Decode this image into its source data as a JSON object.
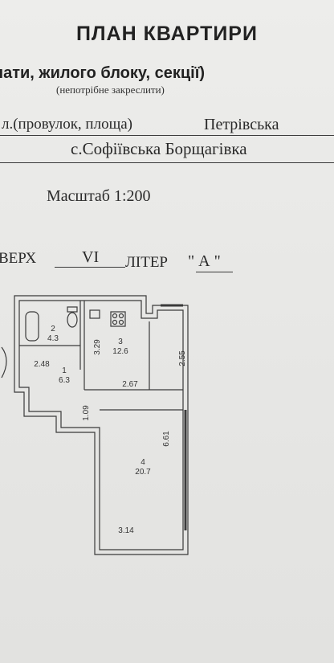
{
  "header": {
    "title": "ПЛАН КВАРТИРИ",
    "subtitle": "нати, жилого блоку, секції)",
    "note": "(непотрібне закреслити)"
  },
  "address": {
    "street_label": "л.(провулок, площа)",
    "street_value": "Петрівська",
    "village": "с.Софіївська Борщагівка"
  },
  "scale": "Масштаб 1:200",
  "floor": {
    "label": "ВЕРХ",
    "value": "VI",
    "liter_label": "ЛІТЕР",
    "liter_value": "\" А \""
  },
  "plan": {
    "rooms": [
      {
        "number": "2",
        "area": "4.3"
      },
      {
        "number": "3",
        "area": "12.6"
      },
      {
        "number": "1",
        "area": "6.3"
      },
      {
        "number": "4",
        "area": "20.7"
      }
    ],
    "dimensions": {
      "d_329": "3.29",
      "d_255": "2.55",
      "d_248": "2.48",
      "d_267": "2.67",
      "d_109": "1.09",
      "d_661": "6.61",
      "d_314": "3.14"
    }
  }
}
